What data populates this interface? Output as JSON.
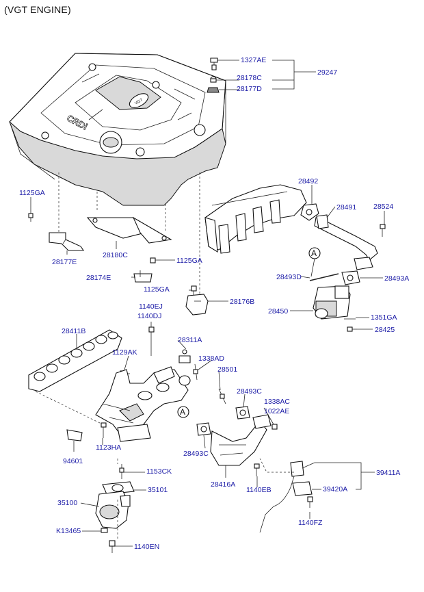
{
  "title": "(VGT ENGINE)",
  "callout_marker": "A",
  "engine_cover_badges": [
    "CRDi",
    "VGT"
  ],
  "labels": {
    "p1327AE": "1327AE",
    "p28178C": "28178C",
    "p28177D": "28177D",
    "p29247": "29247",
    "p1125GA_a": "1125GA",
    "p28177E": "28177E",
    "p28180C": "28180C",
    "p1125GA_b": "1125GA",
    "p28174E": "28174E",
    "p1125GA_c": "1125GA",
    "p28176B": "28176B",
    "p28492": "28492",
    "p28491": "28491",
    "p28524": "28524",
    "p28493D": "28493D",
    "p28493A": "28493A",
    "p28450": "28450",
    "p1351GA": "1351GA",
    "p28425": "28425",
    "p1140EJ": "1140EJ",
    "p1140DJ": "1140DJ",
    "p28411B": "28411B",
    "p28311A": "28311A",
    "p1129AK": "1129AK",
    "p1338AD": "1338AD",
    "p28501": "28501",
    "p28493C_a": "28493C",
    "p1338AC": "1338AC",
    "p1022AE": "1022AE",
    "p94601": "94601",
    "p1123HA": "1123HA",
    "p28493C_b": "28493C",
    "p28416A": "28416A",
    "p1140EB": "1140EB",
    "p39411A": "39411A",
    "p39420A": "39420A",
    "p1153CK": "1153CK",
    "p35101": "35101",
    "p35100": "35100",
    "pK13465": "K13465",
    "p1140FZ": "1140FZ",
    "p1140EN": "1140EN"
  },
  "colors": {
    "label_text": "#1a1aa6",
    "line": "#222222",
    "background": "#ffffff"
  }
}
